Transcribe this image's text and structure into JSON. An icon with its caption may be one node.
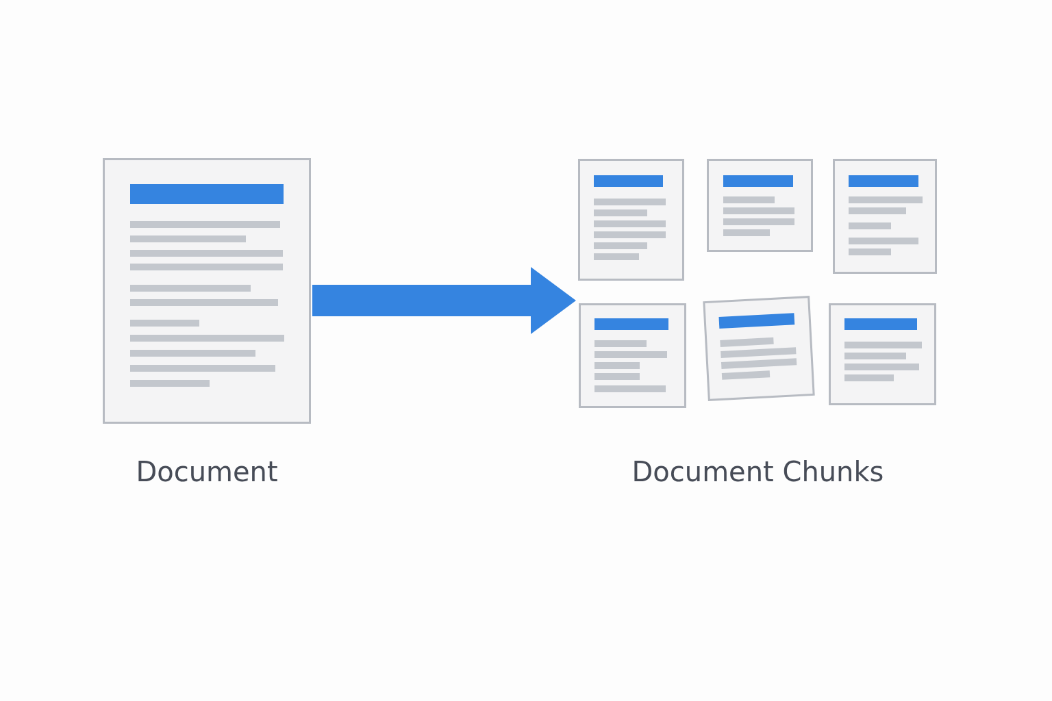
{
  "diagram": {
    "nodes": [
      {
        "text": [
          "Document"
        ]
      },
      {
        "text": [
          "Document Chunks"
        ]
      },
      {
        "text": [],
        "shape": "picture",
        "in": 1
      },
      {
        "text": [],
        "shape": "picture",
        "in": 1
      },
      {
        "text": [],
        "shape": "picture",
        "in": 1
      },
      {
        "text": [],
        "shape": "picture",
        "in": 1
      },
      {
        "text": [],
        "shape": "picture",
        "in": 1
      },
      {
        "text": [],
        "shape": "picture",
        "in": 1
      }
    ],
    "edges": [
      {
        "from": 0,
        "to": 1,
        "arrow": "to"
      }
    ]
  }
}
